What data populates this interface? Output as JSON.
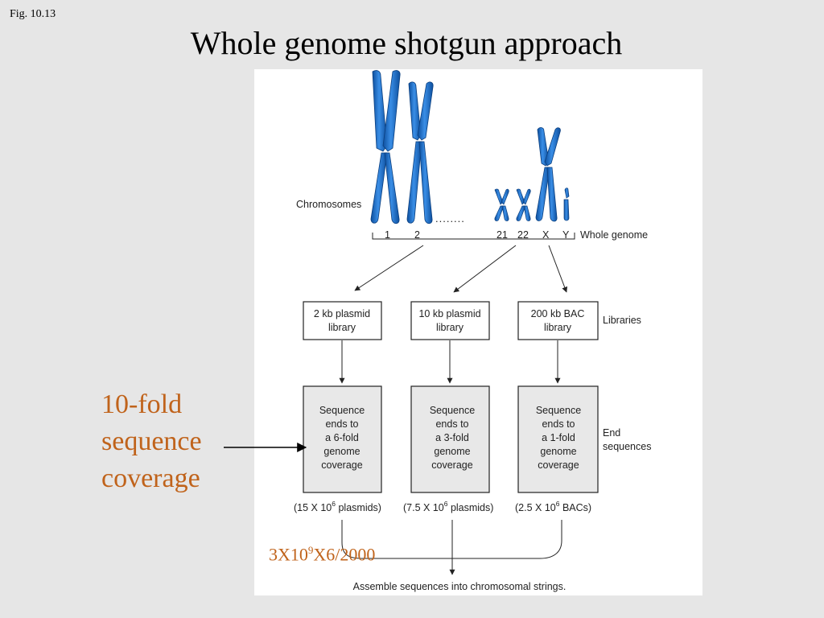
{
  "fig_label": "Fig. 10.13",
  "title": "Whole genome shotgun approach",
  "figure": {
    "chromosomes_label": "Chromosomes",
    "dots": "........",
    "chromosome_numbers": [
      "1",
      "2",
      "21",
      "22",
      "X",
      "Y"
    ],
    "whole_genome_label": "Whole genome",
    "libraries_label": "Libraries",
    "end_sequences_label_line1": "End",
    "end_sequences_label_line2": "sequences",
    "libraries": [
      {
        "line1": "2 kb plasmid",
        "line2": "library"
      },
      {
        "line1": "10 kb plasmid",
        "line2": "library"
      },
      {
        "line1": "200 kb BAC",
        "line2": "library"
      }
    ],
    "sequence_boxes": [
      {
        "lines": [
          "Sequence",
          "ends to",
          "a 6-fold",
          "genome",
          "coverage"
        ]
      },
      {
        "lines": [
          "Sequence",
          "ends to",
          "a 3-fold",
          "genome",
          "coverage"
        ]
      },
      {
        "lines": [
          "Sequence",
          "ends to",
          "a 1-fold",
          "genome",
          "coverage"
        ]
      }
    ],
    "counts": [
      {
        "prefix": "(15 X 10",
        "exp": "6",
        "suffix": " plasmids)"
      },
      {
        "prefix": "(7.5 X 10",
        "exp": "6",
        "suffix": " plasmids)"
      },
      {
        "prefix": "(2.5 X 10",
        "exp": "6",
        "suffix": " BACs)"
      }
    ],
    "assemble_label": "Assemble sequences into chromosomal strings."
  },
  "coverage_note": {
    "line1": "10-fold",
    "line2": "sequence",
    "line3": "coverage"
  },
  "calc_note": {
    "part1": "3X10",
    "exp": "9",
    "part2": "X6/2000"
  },
  "colors": {
    "background": "#e6e6e6",
    "chromosome_blue": "#1d6fc4",
    "box_fill": "#e8e8e8",
    "note_orange": "#c0631b"
  }
}
